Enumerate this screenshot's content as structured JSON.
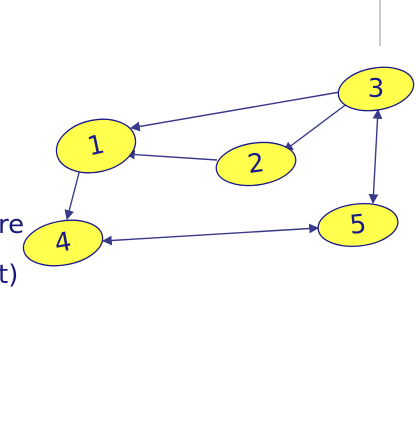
{
  "text_fragments": [
    "re",
    "t)"
  ],
  "graph": {
    "nodes": [
      "1",
      "2",
      "3",
      "4",
      "5"
    ],
    "edges": [
      {
        "from": "3",
        "to": "1",
        "directed": true
      },
      {
        "from": "3",
        "to": "2",
        "directed": true
      },
      {
        "from": "2",
        "to": "1",
        "directed": true
      },
      {
        "from": "1",
        "to": "4",
        "directed": true
      },
      {
        "from": "3",
        "to": "5",
        "directed": "both"
      },
      {
        "from": "4",
        "to": "5",
        "directed": "both"
      }
    ],
    "colors": {
      "node_fill": "#ffff4d",
      "node_stroke": "#1a1a8a",
      "edge": "#3a3a8a",
      "divider": "#b8b8b8"
    }
  }
}
